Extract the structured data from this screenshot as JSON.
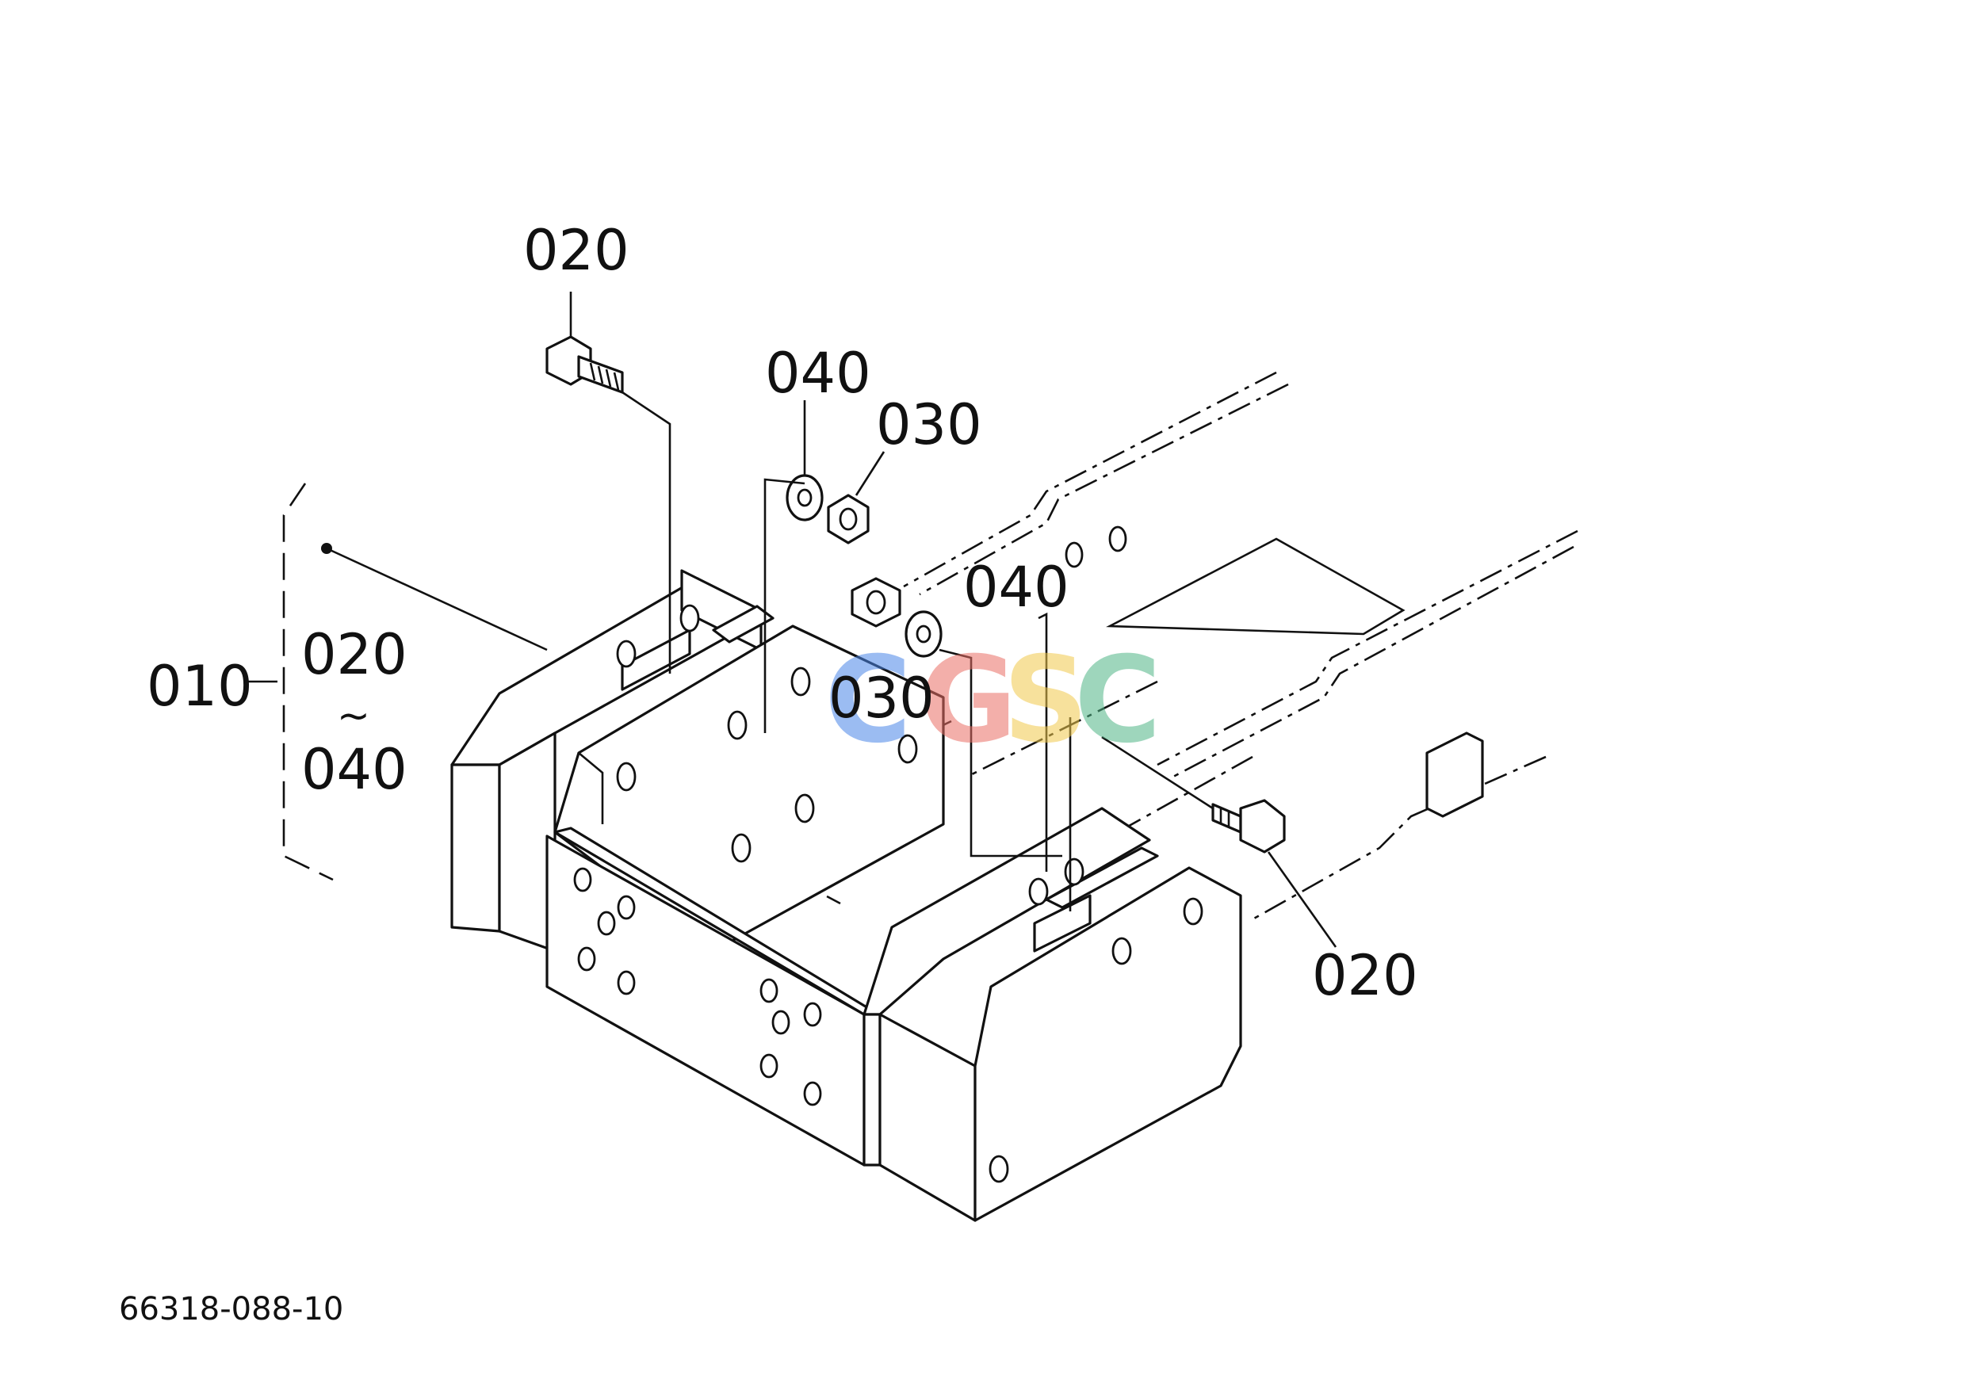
{
  "labels": {
    "part_010": "010",
    "part_020_top": "020",
    "part_040_top": "040",
    "part_030_top": "030",
    "part_040_mid": "040",
    "part_030_mid": "030",
    "part_020_right": "020",
    "range_from": "020",
    "range_sep": "~",
    "range_to": "040"
  },
  "drawing_number": "66318-088-10",
  "watermark": {
    "letters": [
      "C",
      "G",
      "S",
      "C"
    ],
    "colors": [
      "#4a86e8",
      "#ea6f66",
      "#f2c94c",
      "#4fb586"
    ]
  }
}
